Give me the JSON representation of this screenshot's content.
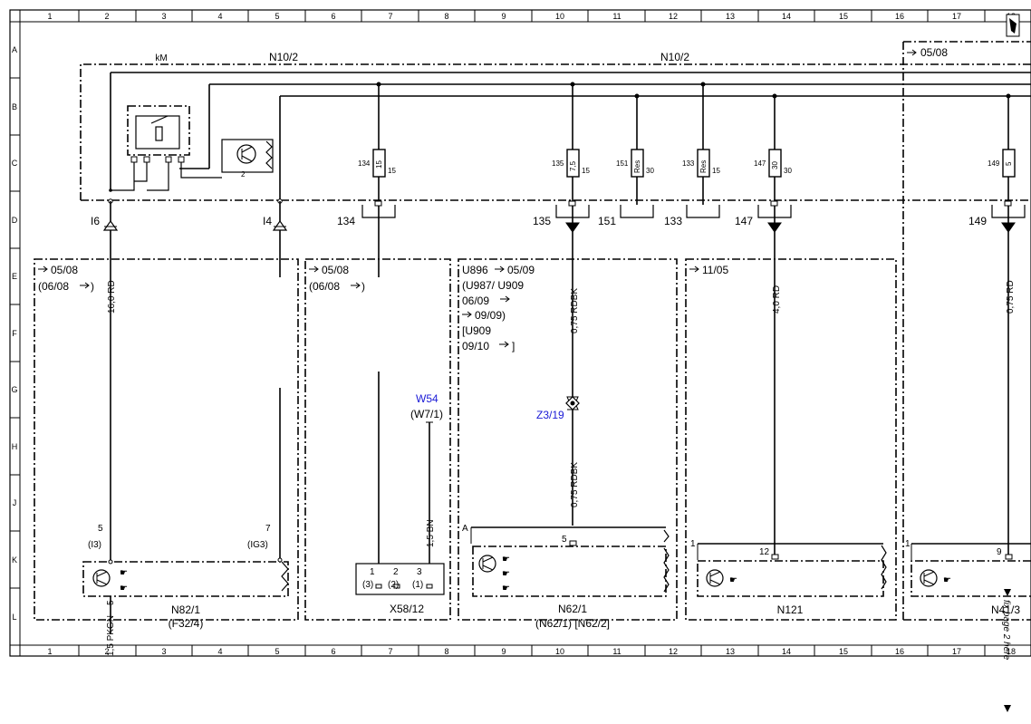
{
  "grid": {
    "columns": [
      "1",
      "2",
      "3",
      "4",
      "5",
      "6",
      "7",
      "8",
      "9",
      "10",
      "11",
      "12",
      "13",
      "14",
      "15",
      "16",
      "17",
      "18"
    ],
    "rows": [
      "A",
      "B",
      "C",
      "D",
      "E",
      "F",
      "G",
      "H",
      "J",
      "K",
      "L"
    ]
  },
  "modules": {
    "km": "kM",
    "n10_left": "N10/2",
    "n10_right": "N10/2",
    "n10_right_date": "05/08"
  },
  "fuses": [
    {
      "circuit": "134",
      "rating": "15",
      "terminal": "15",
      "bottom": "134"
    },
    {
      "circuit": "135",
      "rating": "7,5",
      "terminal": "15",
      "bottom": "135"
    },
    {
      "circuit": "151",
      "rating": "Res",
      "terminal": "30",
      "bottom": "151"
    },
    {
      "circuit": "133",
      "rating": "Res",
      "terminal": "15",
      "bottom": "133"
    },
    {
      "circuit": "147",
      "rating": "30",
      "terminal": "30",
      "bottom": "147"
    },
    {
      "circuit": "149",
      "rating": "5",
      "terminal": "",
      "bottom": "149"
    }
  ],
  "relay": {
    "pin": "2"
  },
  "plugs": {
    "i6": "I6",
    "i4": "I4"
  },
  "box1": {
    "date1": "05/08",
    "date2": "(06/08",
    "date2_end": ")",
    "wire1": "16,0 RD",
    "pin5": "5",
    "pin5_label": "(I3)",
    "pin7": "7",
    "pin7_label": "(IG3)",
    "name": "N82/1",
    "alt_name": "(F32/4)",
    "wire_bottom": "1,5 PKGN",
    "pin_bottom": "5"
  },
  "box2": {
    "date1": "05/08",
    "date2": "(06/08",
    "date2_end": ")",
    "w54": "W54",
    "w7": "(W7/1)",
    "wire_bn": "1,5 BN",
    "pins": [
      "1",
      "2",
      "3"
    ],
    "pins_alt": [
      "(3)",
      "(2)",
      "(1)"
    ],
    "name": "X58/12"
  },
  "box3": {
    "codes": [
      "U896",
      "05/09",
      "(U987/ U909",
      "06/09",
      "09/09)",
      "[U909",
      "09/10",
      "]"
    ],
    "wire1": "0,75 RDBK",
    "z319": "Z3/19",
    "wire2": "0,75 RDBK",
    "conn_a": "A",
    "pin": "5",
    "name": "N62/1",
    "alt_name": "(N62/1)  [N62/2]"
  },
  "box4": {
    "date": "11/05",
    "wire": "4,0 RD",
    "conn": "1",
    "pin": "12",
    "name": "N121"
  },
  "box5": {
    "wire": "0,75 RD",
    "conn": "1",
    "pin": "9",
    "name": "N41/3"
  },
  "page_note": "fix page 2 here"
}
